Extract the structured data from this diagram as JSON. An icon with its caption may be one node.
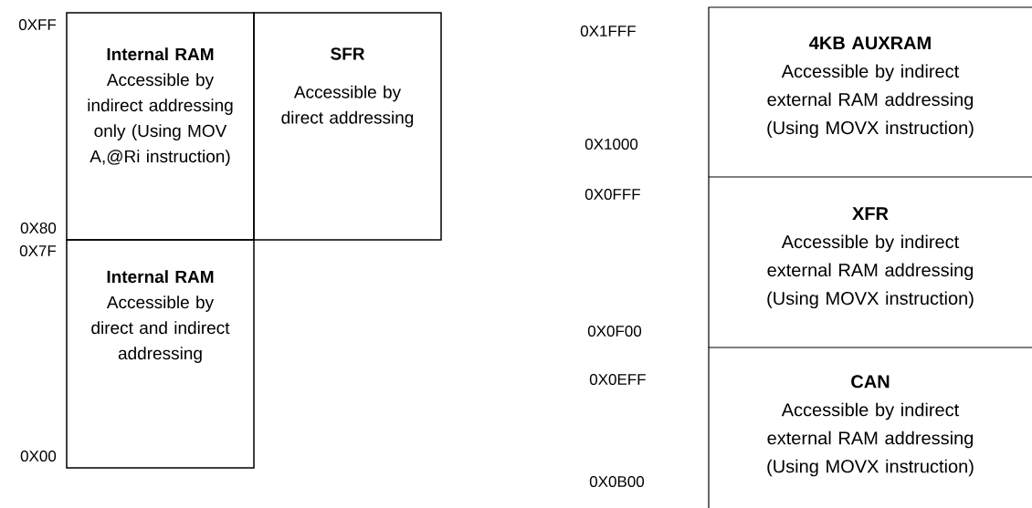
{
  "diagram": {
    "nodes": [
      {
        "text": [
          "Internal RAM",
          "Accessible by indirect addressing only (Using MOV A,@Ri instruction)"
        ]
      },
      {
        "text": [
          "SFR",
          "Accessible by direct addressing"
        ]
      },
      {
        "text": [
          "Internal RAM",
          "Accessible by direct and indirect addressing"
        ]
      },
      {
        "text": [
          "4KB AUXRAM",
          "Accessible by indirect external RAM addressing (Using MOVX instruction)"
        ]
      },
      {
        "text": [
          "XFR",
          "Accessible by indirect external RAM addressing (Using  MOVX instruction)"
        ]
      },
      {
        "text": [
          "CAN",
          "Accessible by indirect external RAM addressing (Using MOVX instruction)"
        ]
      }
    ],
    "labels": [
      "0XFF",
      "0X80",
      "0X7F",
      "0X00",
      "0X1FFF",
      "0X1000",
      "0X0FFF",
      "0X0F00",
      "0X0EFF",
      "0X0B00"
    ]
  }
}
